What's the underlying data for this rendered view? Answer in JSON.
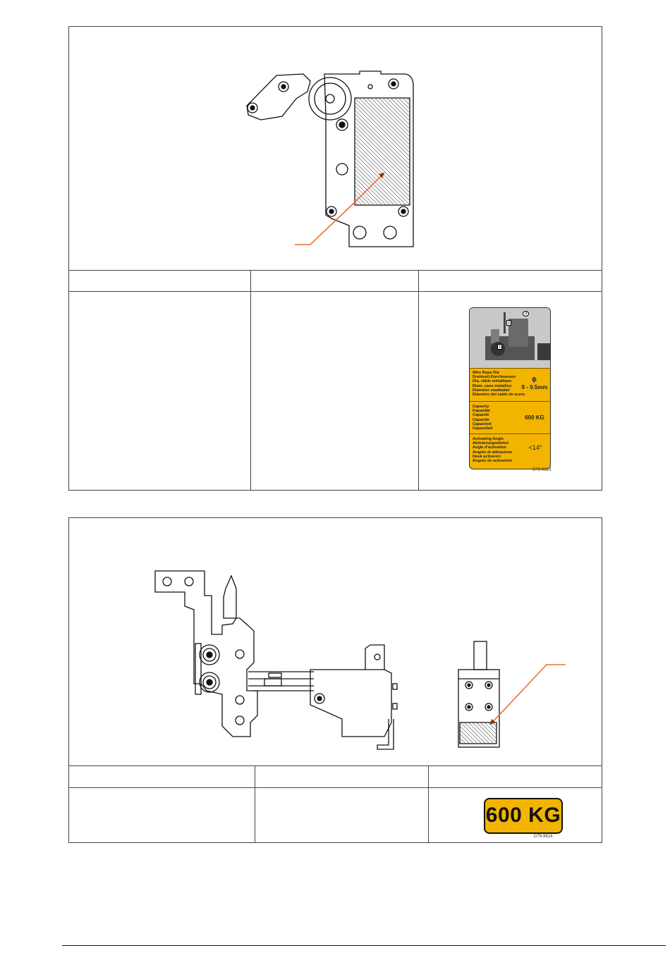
{
  "decal_large": {
    "photo_numbers": [
      "1",
      "2",
      "3"
    ],
    "row1_lines": [
      "Wire Rope Dia",
      "Drahtseil-Durchmesser",
      "Dia. câble métallique",
      "Diam. cavo metallico",
      "Diameter staalkabel",
      "Diámetro del cable de acero"
    ],
    "row1_symbol": "ϕ",
    "row1_value": "9 - 9.5mm",
    "row2_lines": [
      "Capacity",
      "Kapazität",
      "Capacité",
      "Capacità",
      "Capaciteit",
      "Capacidad"
    ],
    "row2_value": "600 KG",
    "row3_lines": [
      "Activating Angle",
      "Aktivierungswinkel",
      "Angle d'activation",
      "Angolo di attivazione",
      "Hoek activeren",
      "Ángulo de activación"
    ],
    "row3_value": "<14°",
    "code": "D79-9623"
  },
  "decal_small": {
    "text": "600 KG",
    "code": "D79-9614"
  },
  "colors": {
    "decal_yellow": "#f3b400",
    "leader_orange": "#e8702a",
    "line_dark": "#444444"
  }
}
